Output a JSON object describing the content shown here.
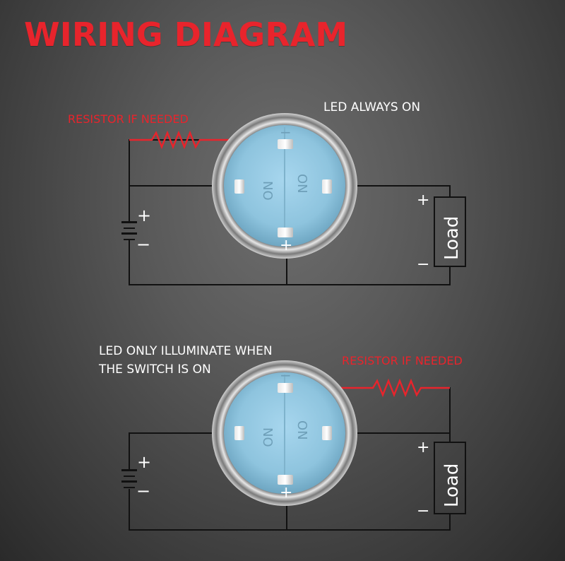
{
  "title": "WIRING DIAGRAM",
  "colors": {
    "title": "#e8242c",
    "resistor_label": "#e8242c",
    "wire": "#111111",
    "switch_face": "#8ec4de",
    "switch_ring": "#c9c9c9",
    "label": "#ffffff"
  },
  "diagram_top": {
    "label_mode": "LED ALWAYS ON",
    "label_resistor": "RESISTOR IF NEEDED",
    "battery_plus": "+",
    "battery_minus": "−",
    "load_plus": "+",
    "load_minus": "−",
    "load_label": "Load",
    "terminal_marks": {
      "left": "NO",
      "right": "ON",
      "top": "−",
      "bottom": "+"
    }
  },
  "diagram_bottom": {
    "label_mode_line1": "LED ONLY ILLUMINATE WHEN",
    "label_mode_line2": "THE SWITCH IS ON",
    "label_resistor": "RESISTOR IF NEEDED",
    "battery_plus": "+",
    "battery_minus": "−",
    "load_plus": "+",
    "load_minus": "−",
    "load_label": "Load",
    "terminal_marks": {
      "left": "NO",
      "right": "ON",
      "top": "−",
      "bottom": "+"
    }
  }
}
